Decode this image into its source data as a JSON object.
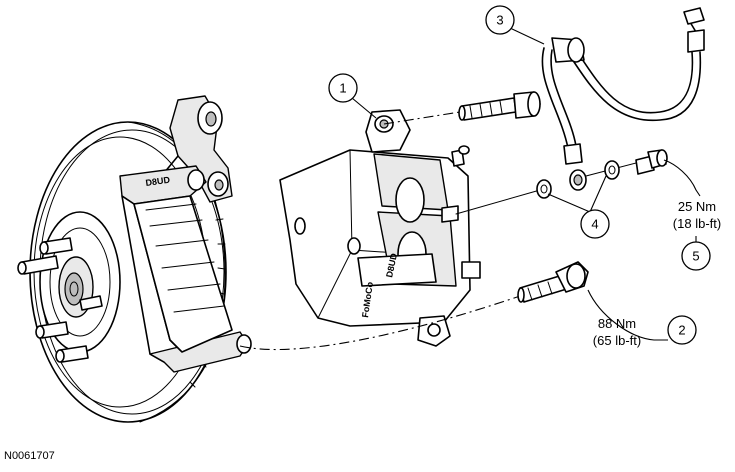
{
  "figure": {
    "code": "N0061707",
    "stamps": {
      "bracket": "D8UD",
      "caliper_logo": "FoMoCo",
      "caliper_code": "D8UD"
    }
  },
  "callouts": [
    {
      "id": "1"
    },
    {
      "id": "2",
      "torque_nm": "88 Nm",
      "torque_lbft": "(65 lb-ft)"
    },
    {
      "id": "3"
    },
    {
      "id": "4"
    },
    {
      "id": "5",
      "torque_nm": "25 Nm",
      "torque_lbft": "(18 lb-ft)"
    }
  ]
}
